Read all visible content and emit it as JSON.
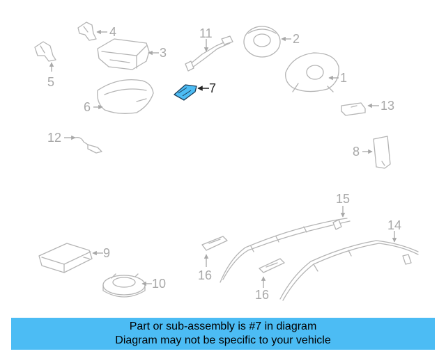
{
  "diagram": {
    "highlight_color": "#4cbcf4",
    "callouts": [
      "1",
      "2",
      "3",
      "4",
      "5",
      "6",
      "7",
      "8",
      "9",
      "10",
      "11",
      "12",
      "13",
      "14",
      "15",
      "16"
    ],
    "highlighted_part": "7"
  },
  "banner": {
    "line1": "Part or sub-assembly is #7 in diagram",
    "line2": "Diagram may not be specific to your vehicle",
    "background": "#4cbcf4"
  }
}
